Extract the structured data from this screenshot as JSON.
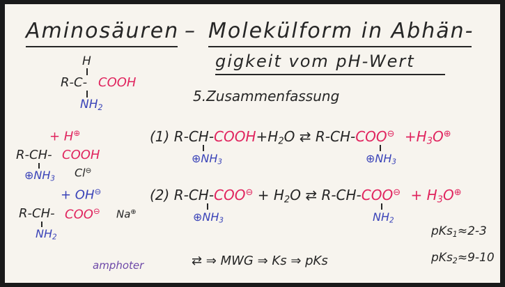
{
  "title_line1": "Aminosäuren",
  "title_dash": "–",
  "title_line1_right": "Molekülform in Abhän-",
  "title_line2": "gigkeit vom pH-Wert",
  "section": "5.Zusammenfassung",
  "left": {
    "top_h": "H",
    "top_r": "R-C-",
    "top_cooh": "COOH",
    "top_nh2": "NH",
    "top_nh2_sub": "2",
    "plus_h": "+ H",
    "plus_h_sup": "⊕",
    "acid_r": "R-CH-",
    "acid_cooh": "COOH",
    "acid_nh3": "⊕NH",
    "acid_nh3_sub": "3",
    "acid_cl": "Cl",
    "acid_cl_sup": "⊖",
    "plus_oh": "+ OH",
    "plus_oh_sup": "⊖",
    "base_r": "R-CH-",
    "base_coo": "COO",
    "base_coo_sup": "⊖",
    "base_na": "Na",
    "base_na_sup": "⊕",
    "base_nh2": "NH",
    "base_nh2_sub": "2",
    "amphoter": "amphoter"
  },
  "eq1": {
    "num": "(1)",
    "r1": "R-CH-",
    "cooh": "COOH",
    "plus_h2o": "+H",
    "h2o_sub": "2",
    "h2o_end": "O",
    "arrow": "⇄",
    "r2": "R-CH-",
    "coo": "COO",
    "coo_sup": "⊖",
    "h3o": "+H",
    "h3o_sub": "3",
    "h3o_end": "O",
    "h3o_sup": "⊕",
    "nh3_left": "⊕NH",
    "nh3_left_sub": "3",
    "nh3_right": "⊕NH",
    "nh3_right_sub": "3"
  },
  "eq2": {
    "num": "(2)",
    "r1": "R-CH-",
    "coo1": "COO",
    "coo1_sup": "⊖",
    "plus_h2o": "+ H",
    "h2o_sub": "2",
    "h2o_end": "O",
    "arrow": "⇄",
    "r2": "R-CH-",
    "coo2": "COO",
    "coo2_sup": "⊖",
    "h3o": "+ H",
    "h3o_sub": "3",
    "h3o_end": "O",
    "h3o_sup": "⊕",
    "nh3_left": "⊕NH",
    "nh3_left_sub": "3",
    "nh2_right": "NH",
    "nh2_right_sub": "2"
  },
  "pks1": "pKs",
  "pks1_sub": "1",
  "pks1_val": "≈2-3",
  "pks2": "pKs",
  "pks2_sub": "2",
  "pks2_val": "≈9-10",
  "bottom_chain": "⇄ ⇒ MWG ⇒ Ks ⇒ pKs"
}
